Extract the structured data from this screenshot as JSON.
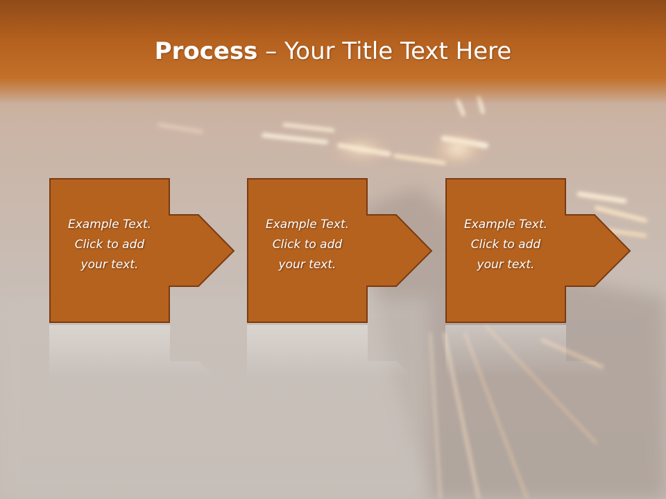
{
  "slide": {
    "title_bold": "Process",
    "title_rest": " – Your Title Text Here",
    "steps": [
      {
        "line1": "Example Text.",
        "line2": "Click  to add",
        "line3": "your text."
      },
      {
        "line1": "Example Text.",
        "line2": "Click  to add",
        "line3": "your text."
      },
      {
        "line1": "Example Text.",
        "line2": "Click  to add",
        "line3": "your text."
      }
    ]
  },
  "colors": {
    "title_band": "#b5611f",
    "step_fill": "#b5621f",
    "step_border": "#7a3a10",
    "text": "#ffffff"
  }
}
